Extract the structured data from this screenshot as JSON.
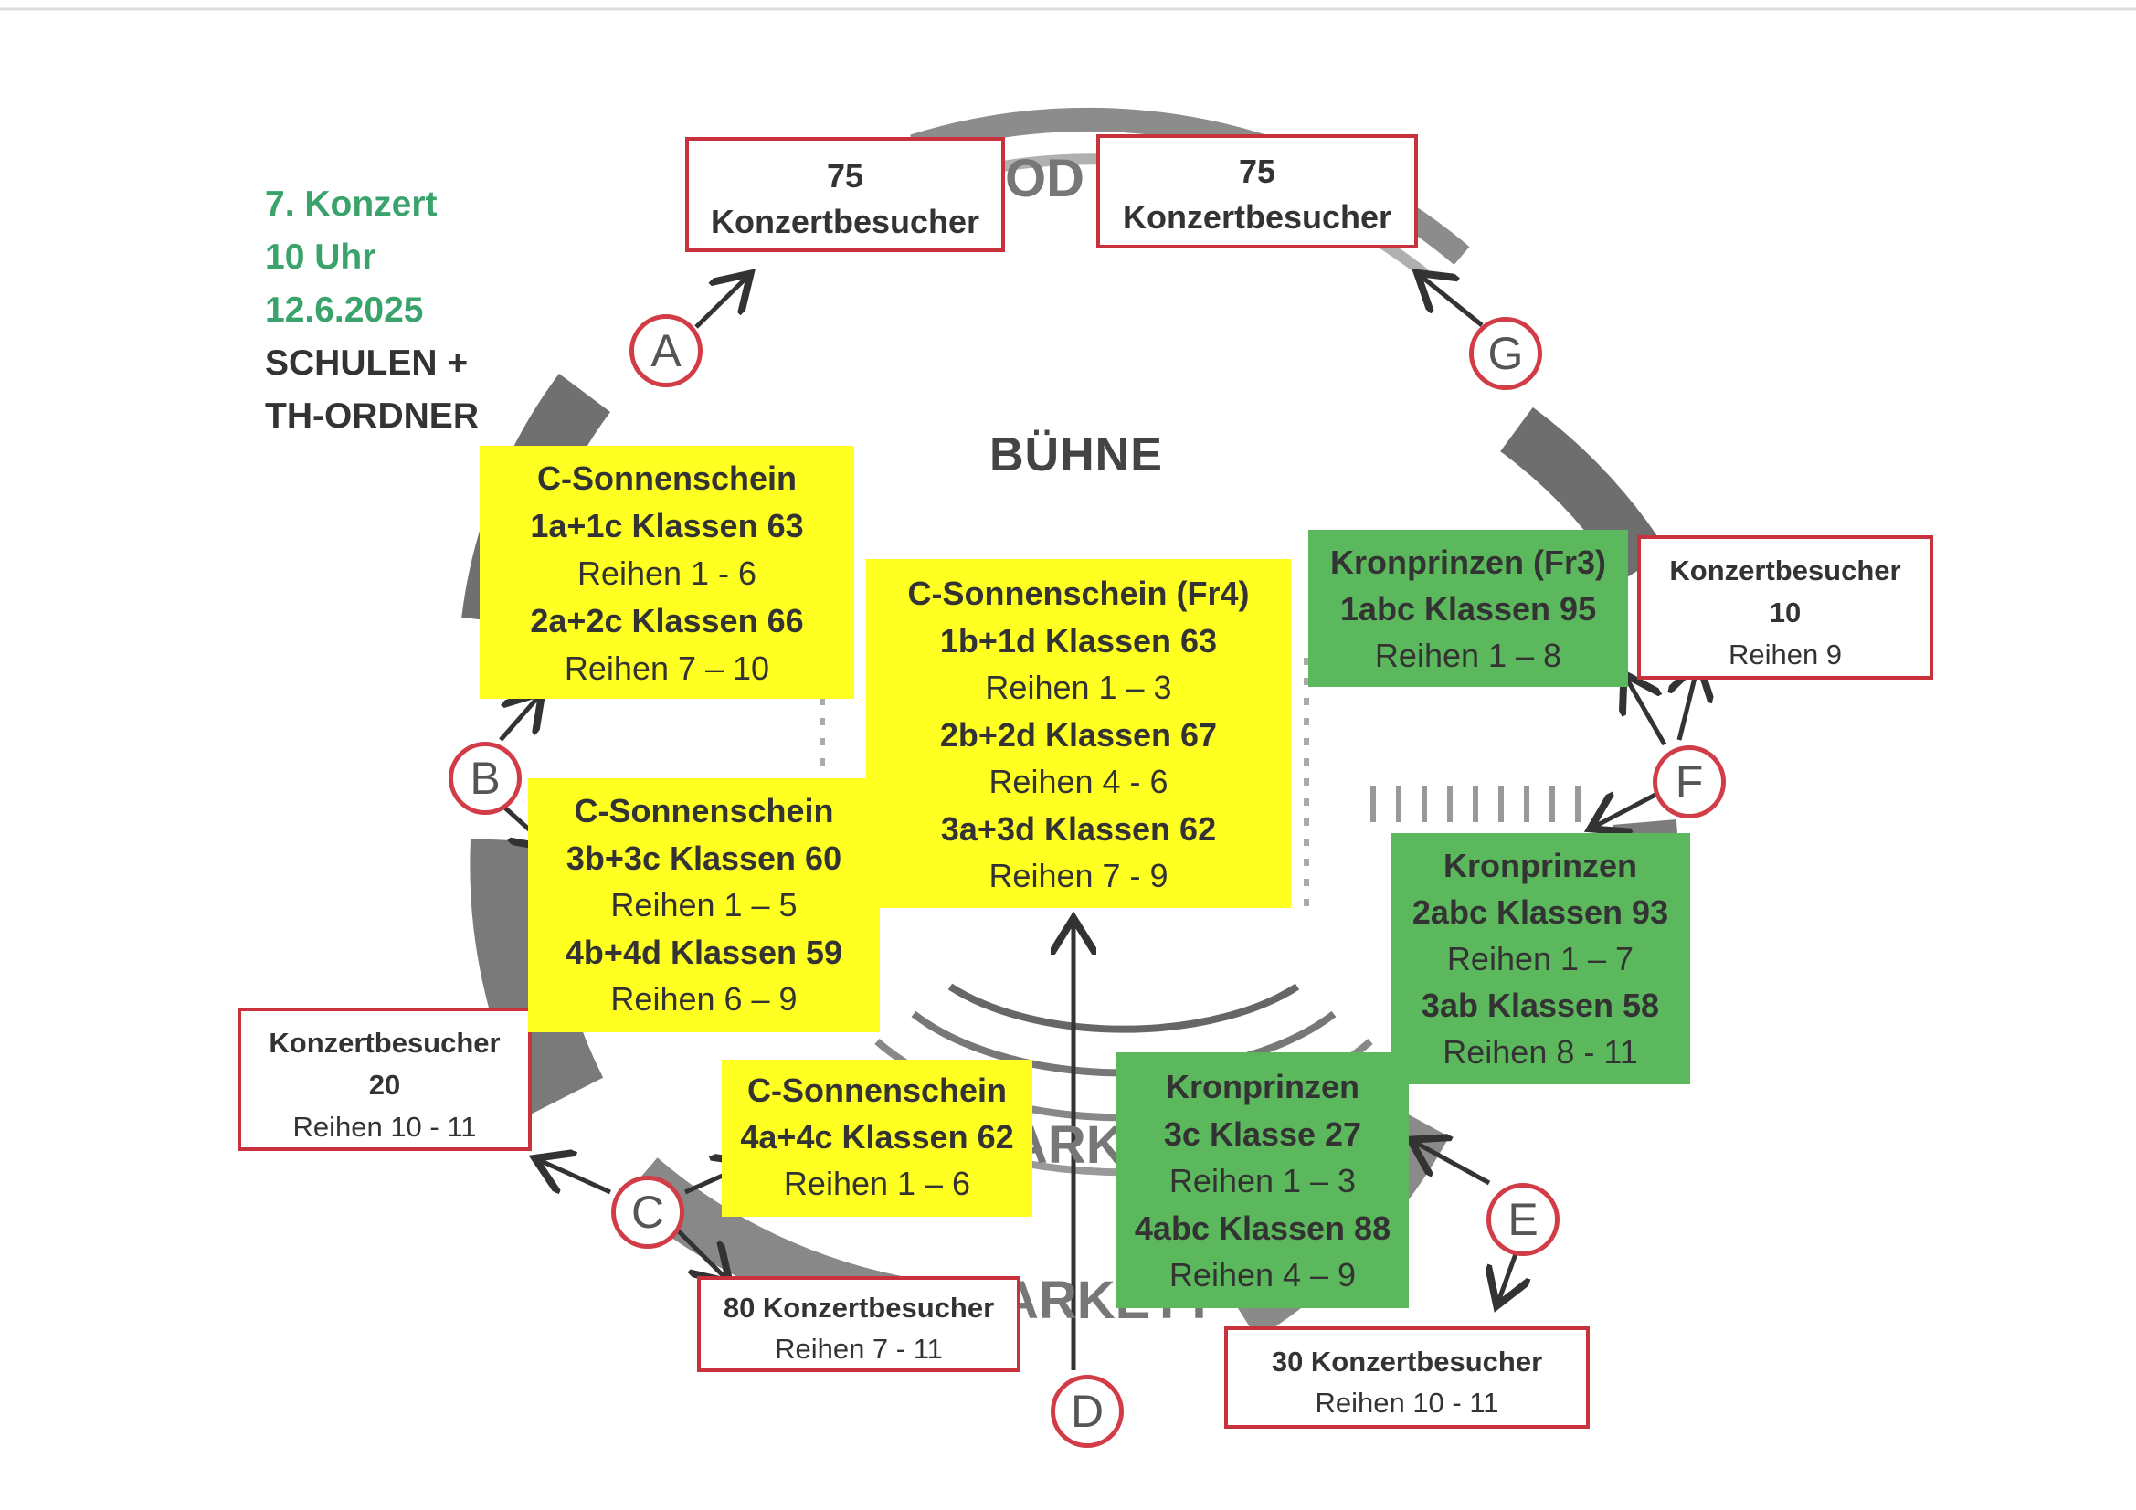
{
  "header": {
    "line1": "7. Konzert",
    "line2": "10 Uhr",
    "line3": "12.6.2025",
    "line4": "SCHULEN +",
    "line5": "TH-ORDNER"
  },
  "stage": "BÜHNE",
  "background_labels": {
    "top": "OD",
    "parkett1": "ARK",
    "parkett2": "ARKETT"
  },
  "entrances": [
    "A",
    "B",
    "C",
    "D",
    "E",
    "F",
    "G"
  ],
  "red_boxes": {
    "top_left": {
      "count": "75",
      "label": "Konzertbesucher"
    },
    "top_right": {
      "count": "75",
      "label": "Konzertbesucher"
    },
    "right": {
      "label": "Konzertbesucher",
      "count": "10",
      "rows": "Reihen 9"
    },
    "left": {
      "label": "Konzertbesucher",
      "count": "20",
      "rows": "Reihen 10 - 11"
    },
    "bottom_mid": {
      "label": "80 Konzertbesucher",
      "rows": "Reihen 7 - 11"
    },
    "bottom_right": {
      "label": "30  Konzertbesucher",
      "rows": "Reihen 10 - 11"
    }
  },
  "yellow_boxes": {
    "y1": {
      "lines": [
        "C-Sonnenschein",
        "1a+1c Klassen 63",
        "Reihen 1 - 6",
        "2a+2c Klassen 66",
        "Reihen 7 – 10"
      ]
    },
    "y2": {
      "lines": [
        "C-Sonnenschein (Fr4)",
        "1b+1d Klassen 63",
        "Reihen 1 – 3",
        "2b+2d Klassen 67",
        "Reihen 4 - 6",
        "3a+3d Klassen 62",
        "Reihen 7 - 9"
      ]
    },
    "y3": {
      "lines": [
        "C-Sonnenschein",
        "3b+3c Klassen 60",
        "Reihen 1 – 5",
        "4b+4d Klassen 59",
        "Reihen 6 – 9"
      ]
    },
    "y4": {
      "lines": [
        "C-Sonnenschein",
        "4a+4c Klassen 62",
        "Reihen 1 – 6"
      ]
    }
  },
  "green_boxes": {
    "g1": {
      "lines": [
        "Kronprinzen (Fr3)",
        "1abc Klassen 95",
        "Reihen 1 – 8"
      ]
    },
    "g2": {
      "lines": [
        "Kronprinzen",
        "2abc Klassen 93",
        "Reihen 1 – 7",
        "3ab Klassen 58",
        "Reihen 8 - 11"
      ]
    },
    "g3": {
      "lines": [
        "Kronprinzen",
        "3c Klasse 27",
        "Reihen 1 – 3",
        "4abc Klassen 88",
        "Reihen 4 – 9"
      ]
    }
  },
  "colors": {
    "yellow": "#ffff22",
    "green": "#5cb85c",
    "red_border": "#c8323c",
    "header_green": "#3aa36b"
  }
}
